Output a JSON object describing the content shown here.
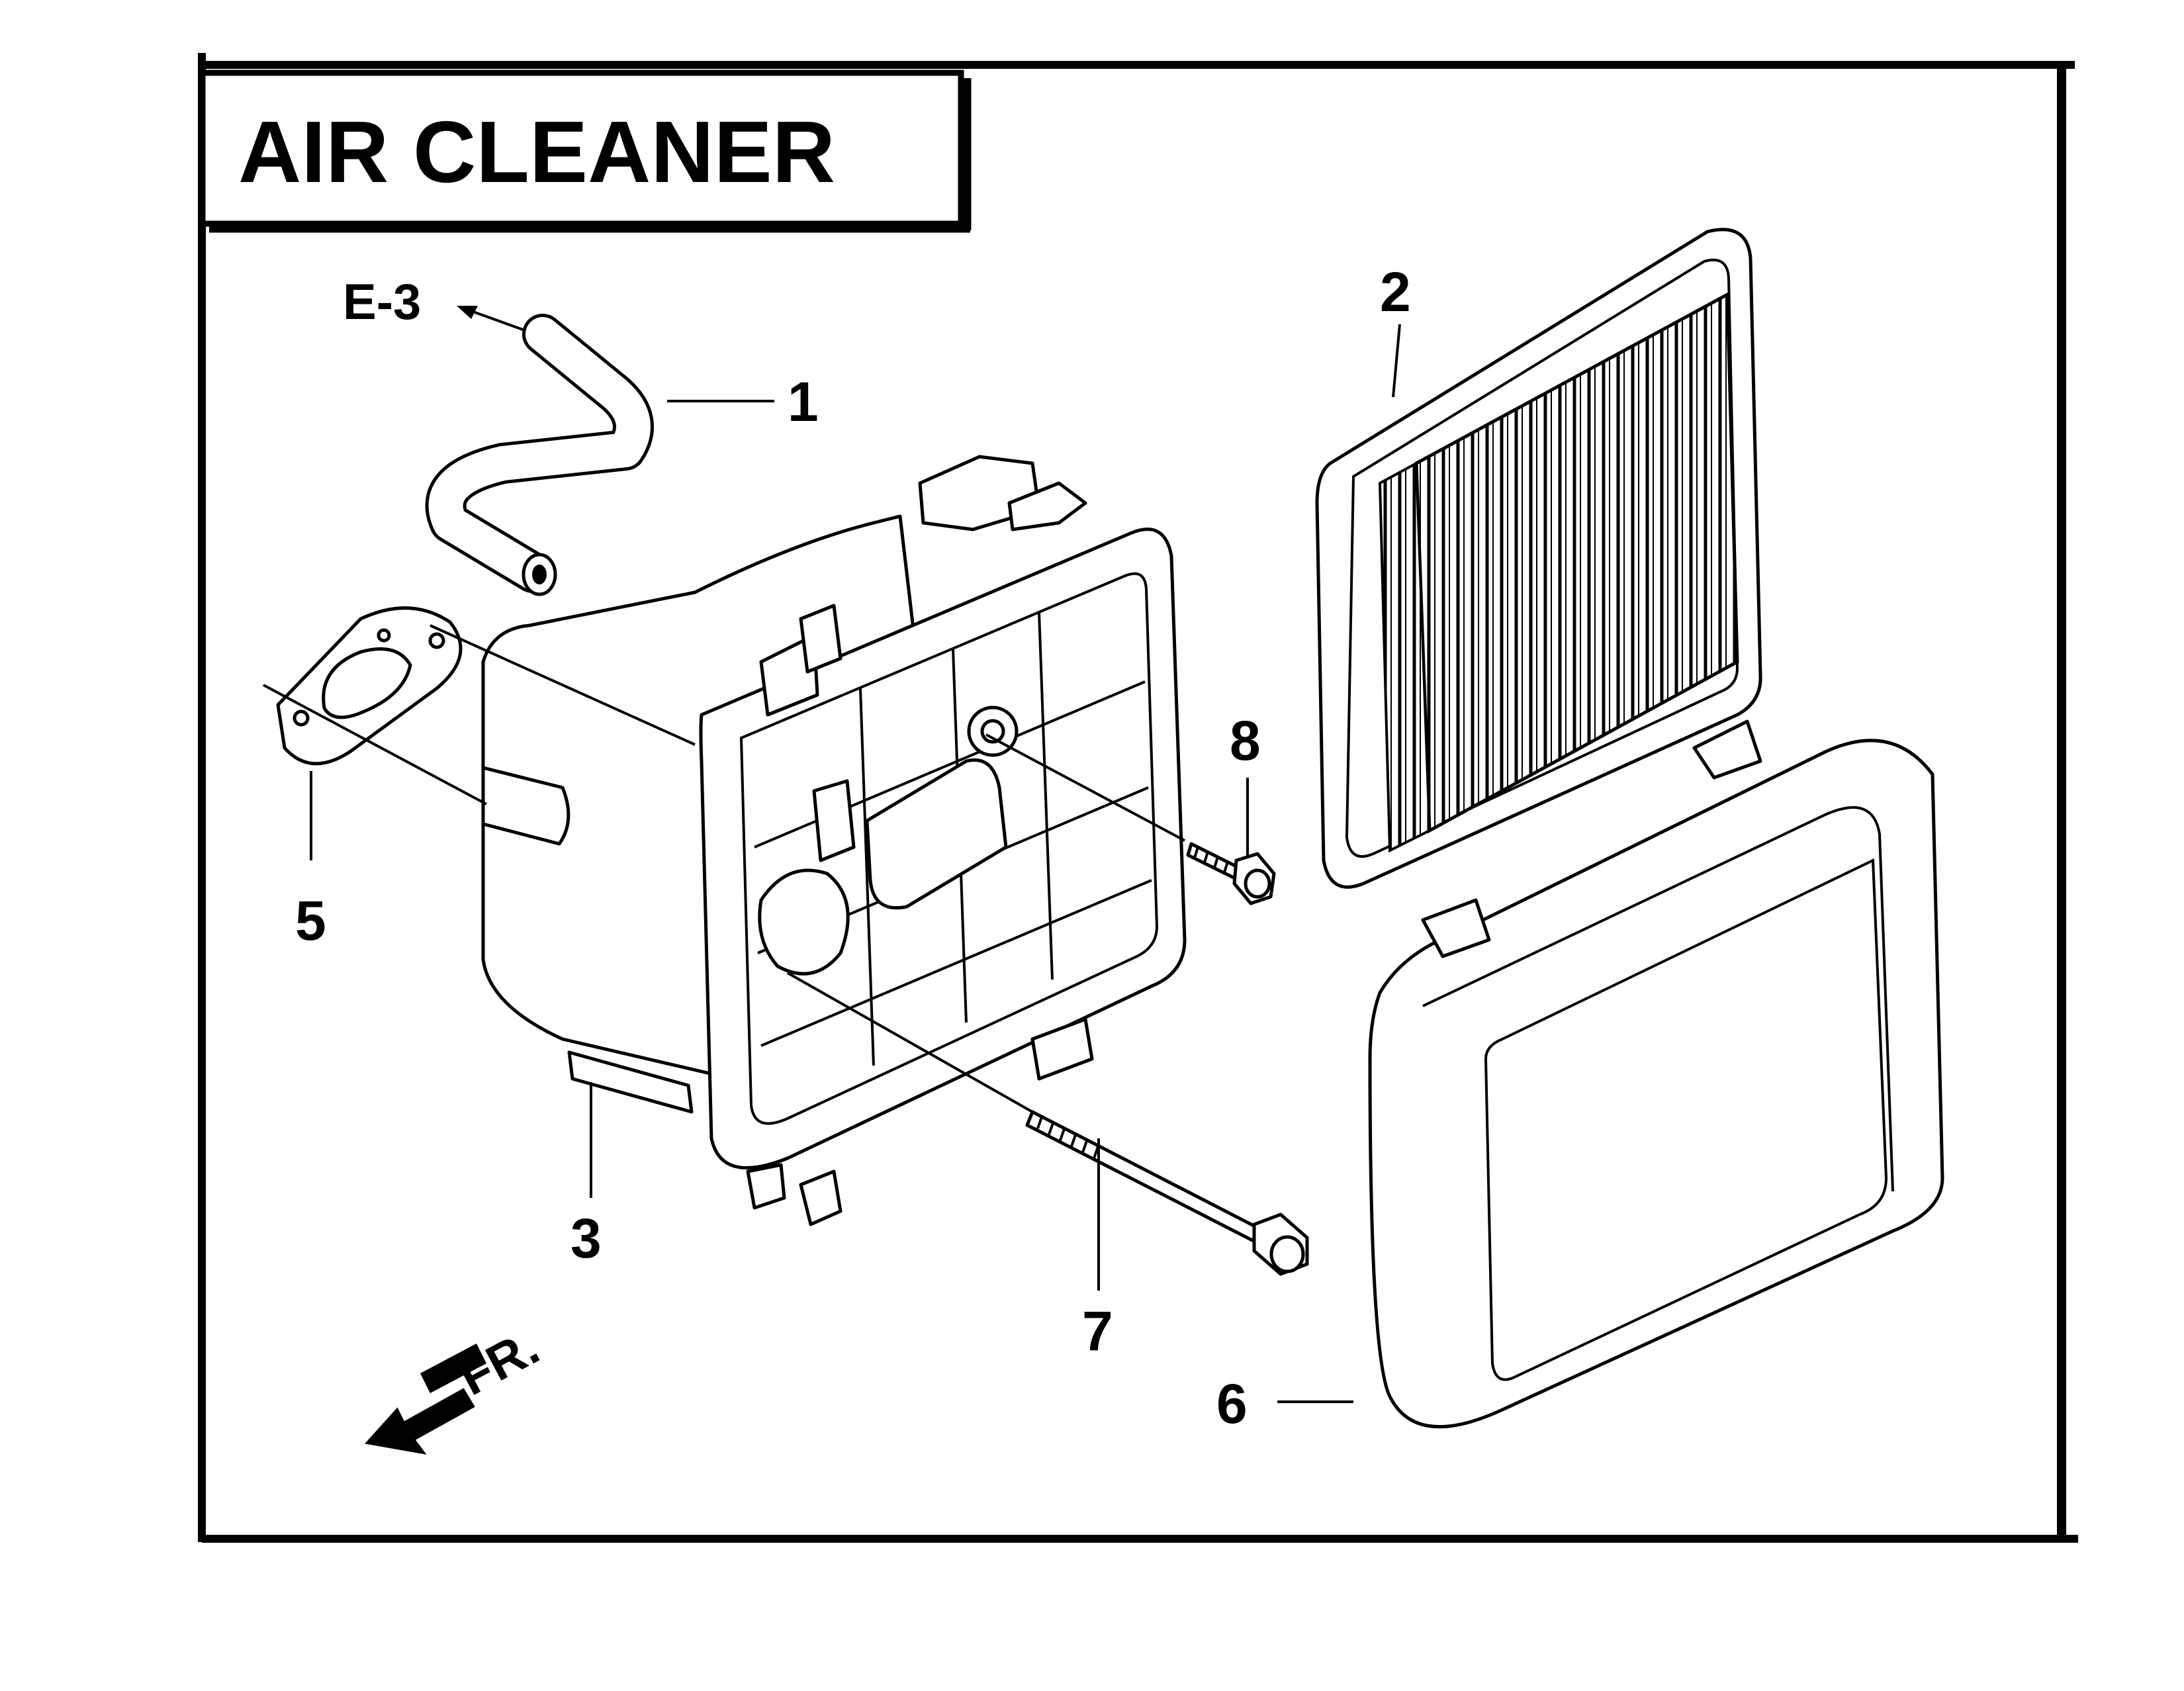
{
  "title": "AIR CLEANER",
  "reference": "E-3",
  "front_label": "FR.",
  "callouts": [
    {
      "id": "1",
      "label": "1"
    },
    {
      "id": "2",
      "label": "2"
    },
    {
      "id": "3",
      "label": "3"
    },
    {
      "id": "5",
      "label": "5"
    },
    {
      "id": "6",
      "label": "6"
    },
    {
      "id": "7",
      "label": "7"
    },
    {
      "id": "8",
      "label": "8"
    }
  ]
}
